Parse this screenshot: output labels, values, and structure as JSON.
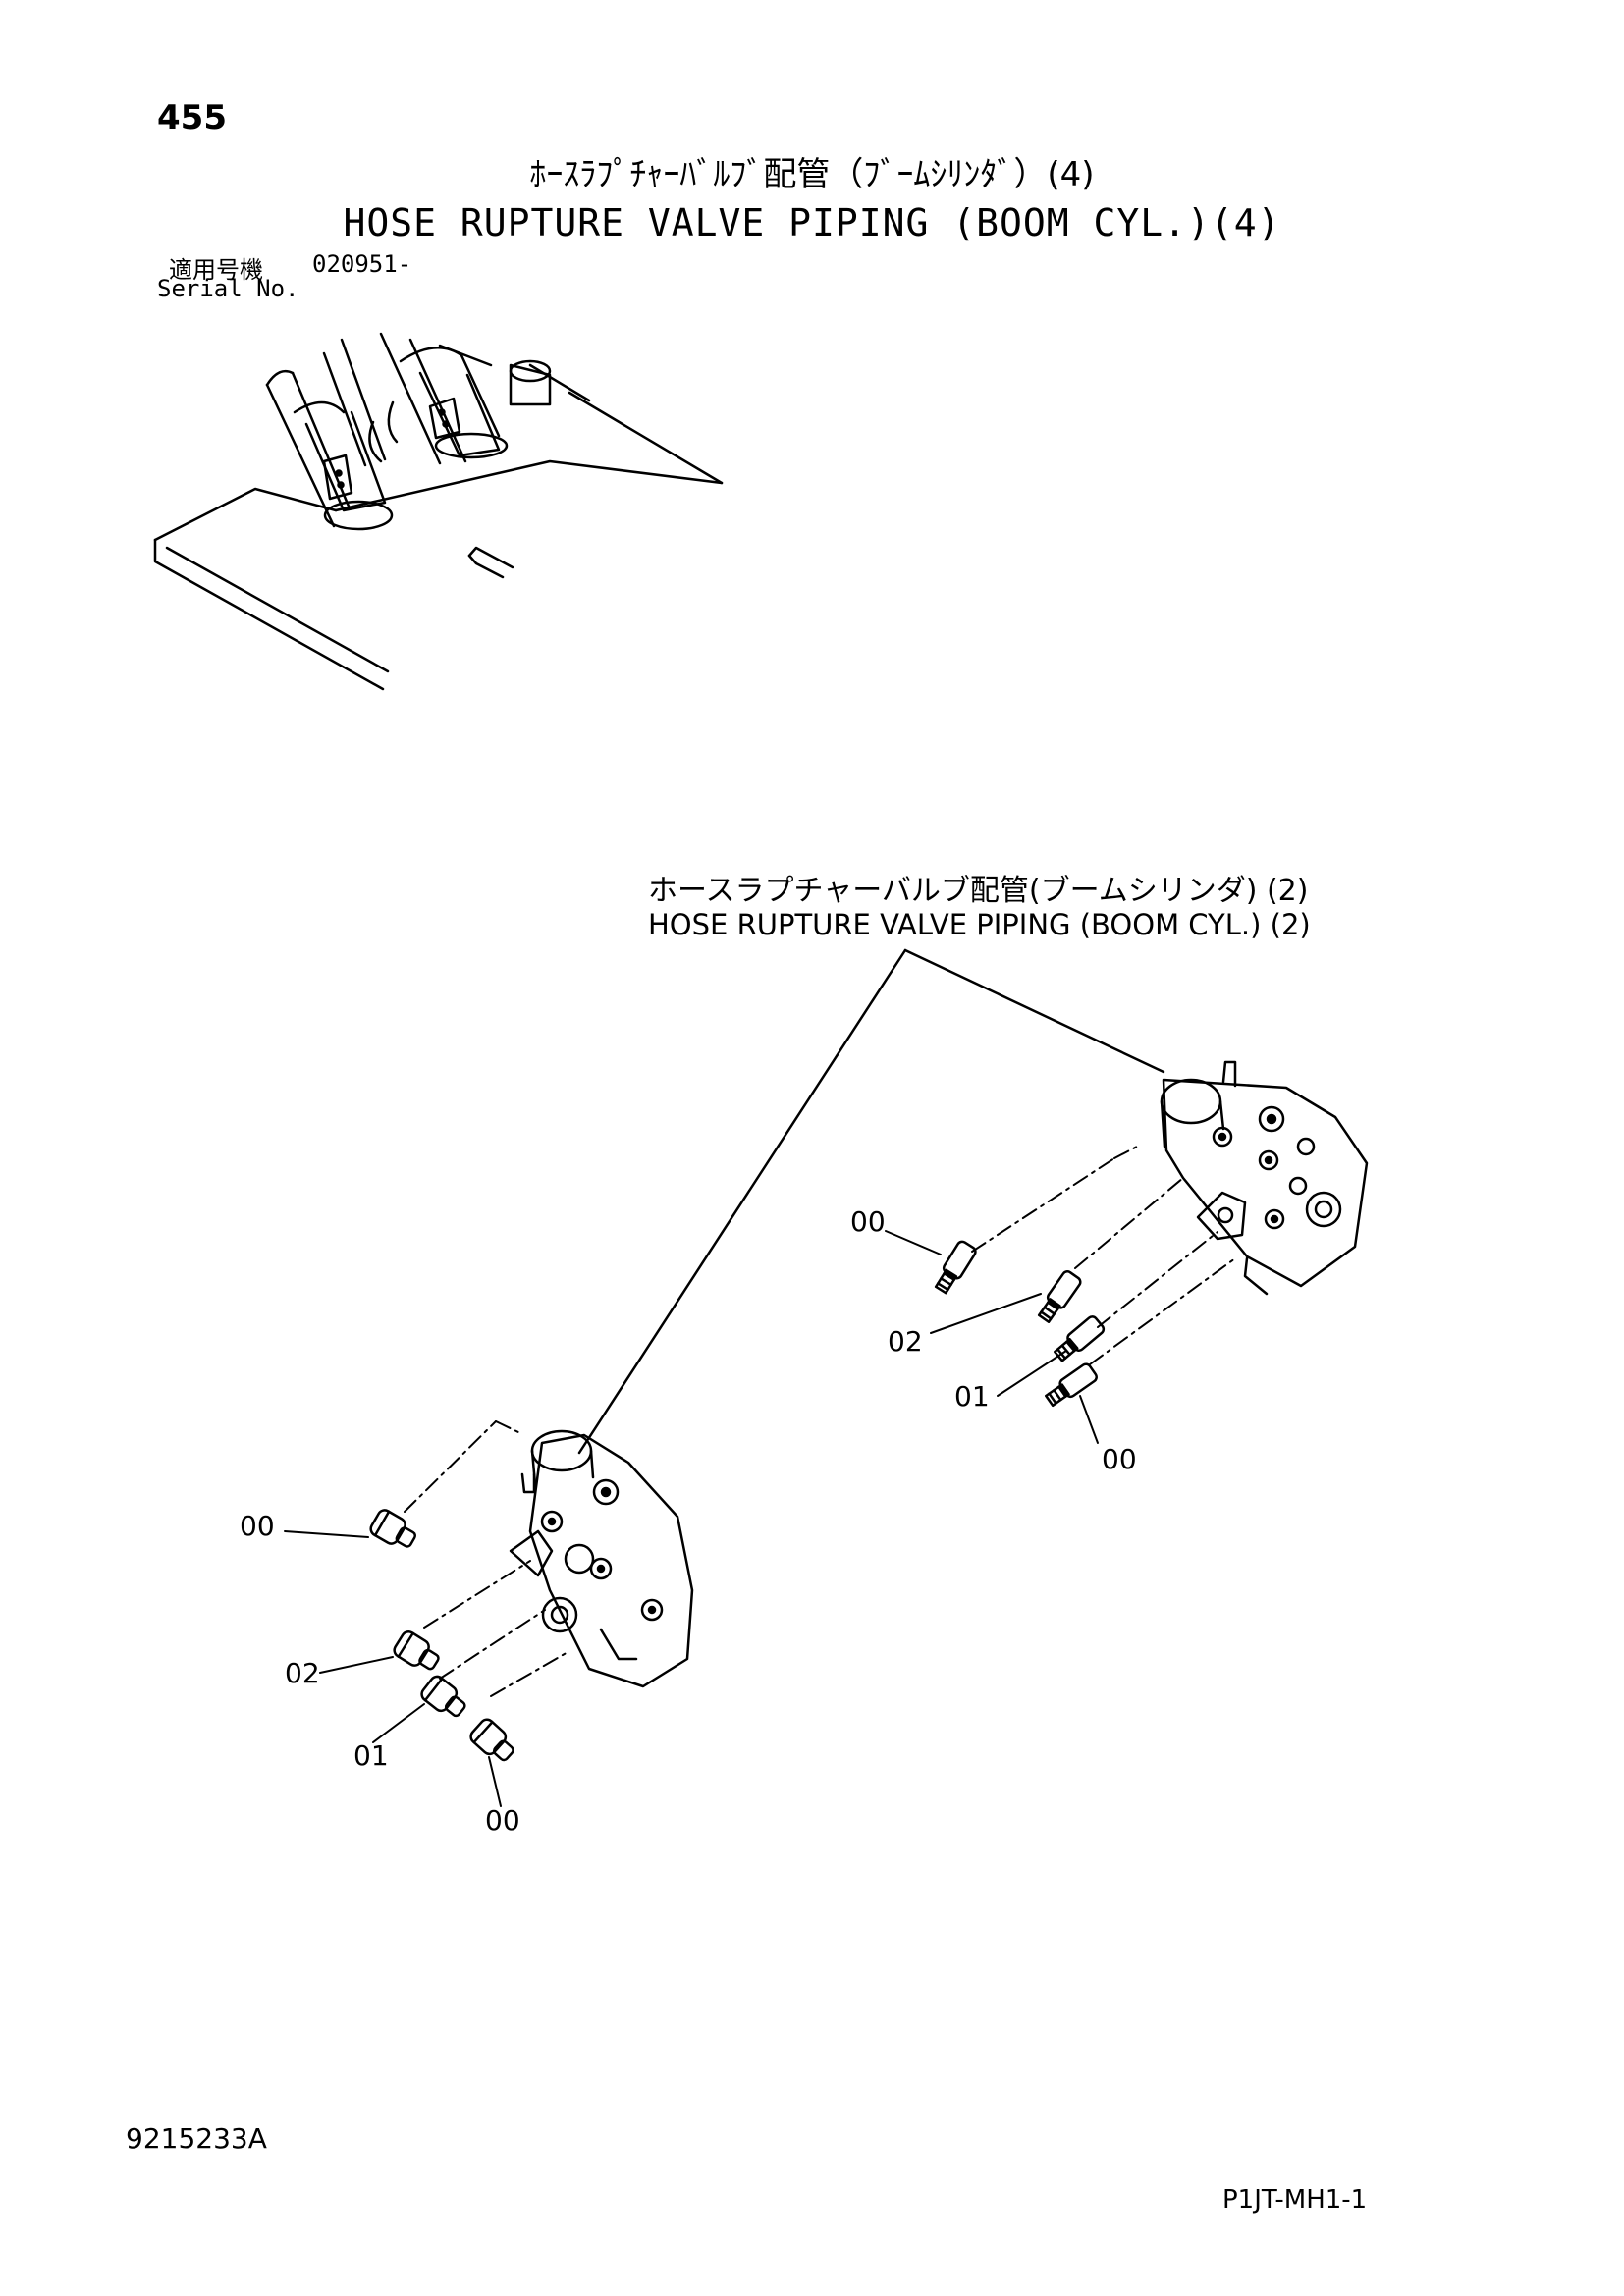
{
  "page_number": "455",
  "title_jp": "ﾎｰｽﾗﾌﾟﾁｬｰﾊﾞﾙﾌﾞ配管（ﾌﾞｰﾑｼﾘﾝﾀﾞ）(4)",
  "title_en": "HOSE RUPTURE VALVE PIPING (BOOM CYL.)(4)",
  "serial": {
    "label_jp": "適用号機",
    "number": "020951-",
    "label_en": "Serial No."
  },
  "reference": {
    "jp": "ホースラプチャーバルブ配管(ブームシリンダ) (2)",
    "en": "HOSE RUPTURE VALVE PIPING (BOOM CYL.) (2)"
  },
  "part_labels": {
    "upper_00_a": "00",
    "upper_02": "02",
    "upper_01": "01",
    "upper_00_b": "00",
    "lower_00_a": "00",
    "lower_02": "02",
    "lower_01": "01",
    "lower_00_b": "00"
  },
  "doc_id": "9215233A",
  "sheet_id": "P1JT-MH1-1"
}
